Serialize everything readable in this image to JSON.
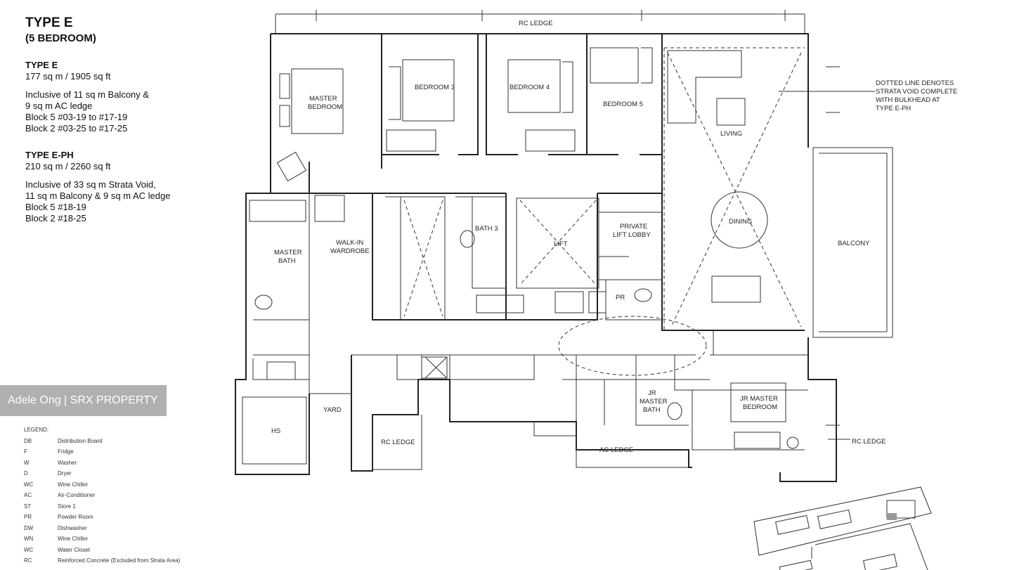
{
  "header": {
    "title": "TYPE  E",
    "subtitle": "(5 BEDROOM)"
  },
  "type_e": {
    "heading": "TYPE E",
    "area": "177 sq m / 1905 sq ft",
    "lines": [
      "Inclusive of 11 sq m Balcony &",
      "9 sq m AC ledge",
      "Block 5 #03-19 to #17-19",
      "Block 2 #03-25 to #17-25"
    ]
  },
  "type_eph": {
    "heading": "TYPE E-PH",
    "area": "210 sq m / 2260 sq ft",
    "lines": [
      "Inclusive of 33 sq m Strata Void,",
      "11 sq m Balcony & 9 sq m AC ledge",
      "Block 5 #18-19",
      "Block 2 #18-25"
    ]
  },
  "legend": {
    "title": "LEGEND:",
    "items": [
      {
        "code": "DB",
        "label": "Distribution Board"
      },
      {
        "code": "F",
        "label": "Fridge"
      },
      {
        "code": "W",
        "label": "Washer"
      },
      {
        "code": "D",
        "label": "Dryer"
      },
      {
        "code": "WC",
        "label": "Wine Chiller"
      },
      {
        "code": "AC",
        "label": "Air-Conditioner"
      },
      {
        "code": "ST",
        "label": "Store 1"
      },
      {
        "code": "PR",
        "label": "Powder Room"
      },
      {
        "code": "DW",
        "label": "Dishwasher"
      },
      {
        "code": "WN",
        "label": "Wine Chiller"
      },
      {
        "code": "WC",
        "label": "Water Closet"
      },
      {
        "code": "RC",
        "label": "Reinforced Concrete (Excluded from Strata Area)"
      }
    ]
  },
  "watermark": "Adele Ong | SRX PROPERTY",
  "plan": {
    "rc_ledge_top": "RC LEDGE",
    "master_bedroom": [
      "MASTER",
      "BEDROOM"
    ],
    "bedroom3": "BEDROOM 3",
    "bedroom4": "BEDROOM 4",
    "bedroom5": "BEDROOM 5",
    "living": "LIVING",
    "dining": "DINING",
    "balcony": "BALCONY",
    "master_bath": [
      "MASTER",
      "BATH"
    ],
    "walkin": [
      "WALK-IN",
      "WARDROBE"
    ],
    "bath3": "BATH 3",
    "lift": "LIFT",
    "private_lift_lobby": [
      "PRIVATE",
      "LIFT LOBBY"
    ],
    "pr": "PR",
    "jr_master_bath": [
      "JR",
      "MASTER",
      "BATH"
    ],
    "jr_master_bedroom": [
      "JR MASTER",
      "BEDROOM"
    ],
    "yard": "YARD",
    "hs": "HS",
    "rc_ledge_bottom": "RC LEDGE",
    "ac_ledge": "AC LEDGE",
    "rc_ledge_right": "RC LEDGE",
    "void_note": [
      "DOTTED LINE DENOTES",
      "STRATA VOID COMPLETE",
      "WITH BULKHEAD AT",
      "TYPE E-PH"
    ]
  }
}
